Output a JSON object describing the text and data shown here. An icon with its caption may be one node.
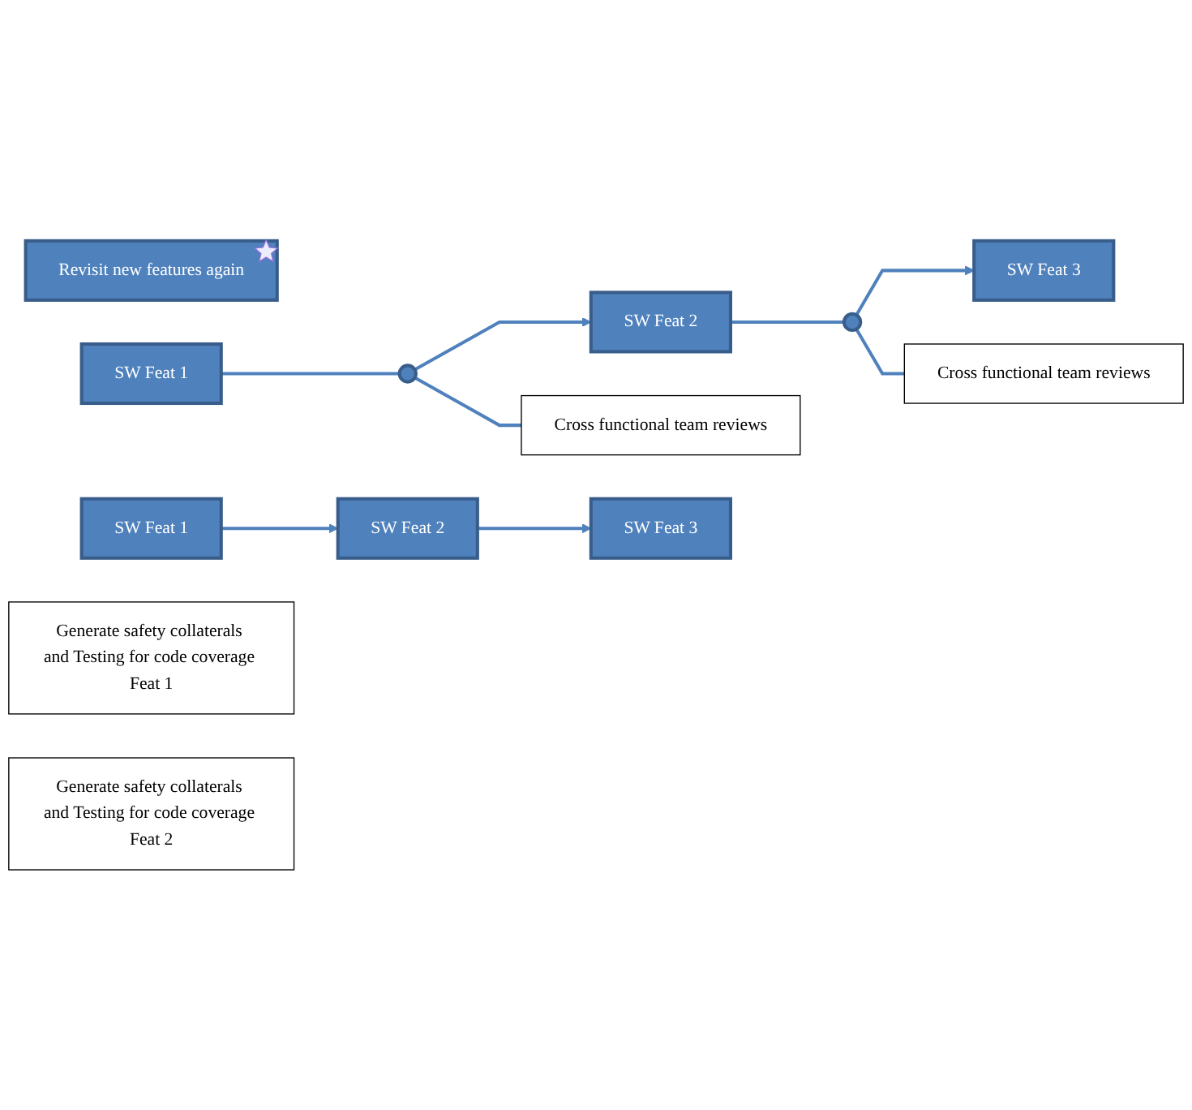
{
  "diagram": {
    "nodes": [
      {
        "text": [
          "Revisit new features again"
        ]
      },
      {
        "text": [
          "SW Feat 1"
        ]
      },
      {
        "text": [],
        "shape": "circle"
      },
      {
        "text": [
          "SW Feat 2"
        ]
      },
      {
        "text": [],
        "shape": "circle"
      },
      {
        "text": [
          "SW Feat 3"
        ]
      },
      {
        "text": [
          "Cross functional team reviews"
        ]
      },
      {
        "text": [
          "Cross functional team reviews"
        ]
      },
      {
        "text": [
          "SW Feat 1"
        ]
      },
      {
        "text": [
          "SW Feat 2"
        ]
      },
      {
        "text": [
          "SW Feat 3"
        ]
      },
      {
        "text": [
          "Generate safety collaterals and Testing for code coverage Feat 1"
        ]
      },
      {
        "text": [
          "Generate safety collaterals and Testing for code coverage Feat 2"
        ]
      }
    ],
    "edges": [
      {
        "from": 1,
        "to": 2,
        "arrow": "none"
      },
      {
        "from": 2,
        "to": 3,
        "arrow": "to"
      },
      {
        "from": 3,
        "to": 4,
        "arrow": "none"
      },
      {
        "from": 4,
        "to": 5,
        "arrow": "to"
      },
      {
        "from": 2,
        "to": 6,
        "arrow": "none"
      },
      {
        "from": 4,
        "to": 7,
        "arrow": "none"
      },
      {
        "from": 8,
        "to": 9,
        "arrow": "to"
      },
      {
        "from": 9,
        "to": 10,
        "arrow": "to"
      }
    ]
  }
}
